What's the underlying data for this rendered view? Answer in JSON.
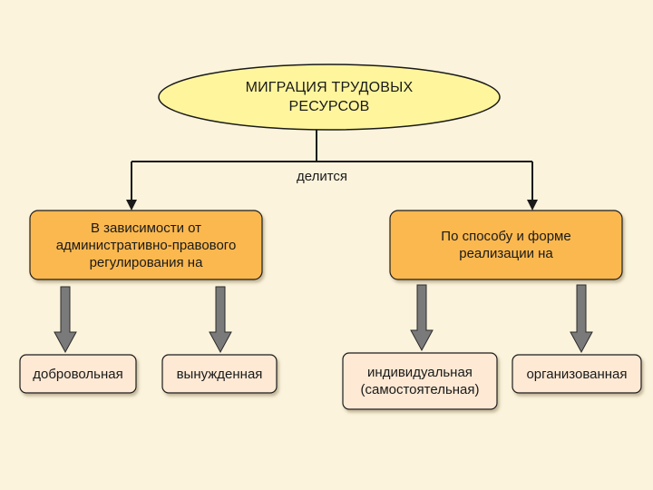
{
  "title": "МИГРАЦИЯ ТРУДОВЫХ\nРЕСУРСОВ",
  "connector_label": "делится",
  "categories": [
    {
      "label": "В зависимости от\nадминистративно-правового\nрегулирования на",
      "children": [
        "добровольная",
        "вынужденная"
      ]
    },
    {
      "label": "По способу и форме\nреализации на",
      "children": [
        "индивидуальная\n(самостоятельная)",
        "организованная"
      ]
    }
  ],
  "colors": {
    "background": "#fbf3dc",
    "ellipse_fill": "#fff59d",
    "category_fill": "#fbb84f",
    "leaf_fill": "#fde9d4",
    "outline": "#1a1a1a",
    "arrow_fill": "#7a7a7a"
  }
}
